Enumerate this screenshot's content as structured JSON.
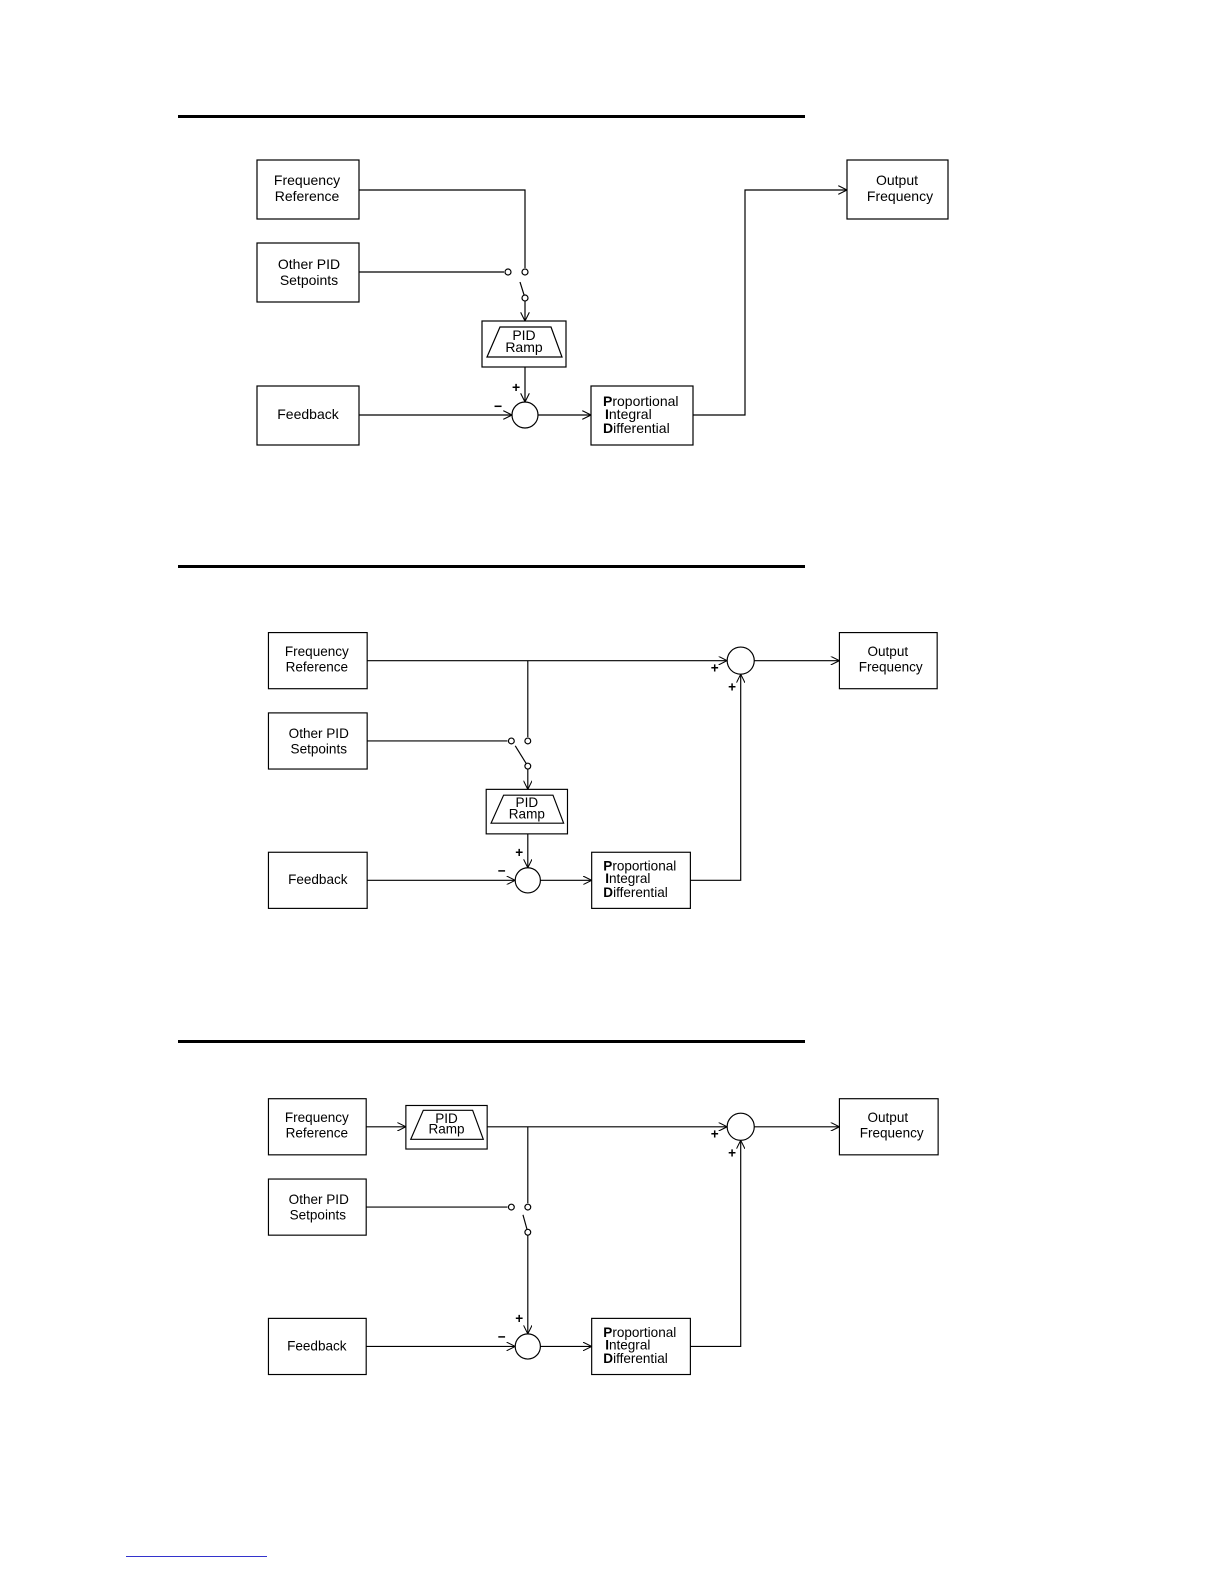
{
  "diagrams": [
    {
      "labels": {
        "freq_ref": [
          "Frequency",
          "Reference"
        ],
        "other_pid": [
          "Other PID",
          "Setpoints"
        ],
        "feedback": "Feedback",
        "ramp": [
          "PID",
          "Ramp"
        ],
        "output": [
          "Output",
          "Frequency"
        ],
        "pid": [
          {
            "first": "P",
            "rest": "roportional"
          },
          {
            "first": "I",
            "rest": "ntegral"
          },
          {
            "first": "D",
            "rest": "ifferential"
          }
        ],
        "plus": "+",
        "minus": "−"
      }
    },
    {
      "labels": {
        "freq_ref": [
          "Frequency",
          "Reference"
        ],
        "other_pid": [
          "Other PID",
          "Setpoints"
        ],
        "feedback": "Feedback",
        "ramp": [
          "PID",
          "Ramp"
        ],
        "output": [
          "Output",
          "Frequency"
        ],
        "pid": [
          {
            "first": "P",
            "rest": "roportional"
          },
          {
            "first": "I",
            "rest": "ntegral"
          },
          {
            "first": "D",
            "rest": "ifferential"
          }
        ],
        "plus": "+",
        "minus": "−"
      }
    },
    {
      "labels": {
        "freq_ref": [
          "Frequency",
          "Reference"
        ],
        "other_pid": [
          "Other PID",
          "Setpoints"
        ],
        "feedback": "Feedback",
        "ramp": [
          "PID",
          "Ramp"
        ],
        "output": [
          "Output",
          "Frequency"
        ],
        "pid": [
          {
            "first": "P",
            "rest": "roportional"
          },
          {
            "first": "I",
            "rest": "ntegral"
          },
          {
            "first": "D",
            "rest": "ifferential"
          }
        ],
        "plus": "+",
        "minus": "−"
      }
    }
  ]
}
